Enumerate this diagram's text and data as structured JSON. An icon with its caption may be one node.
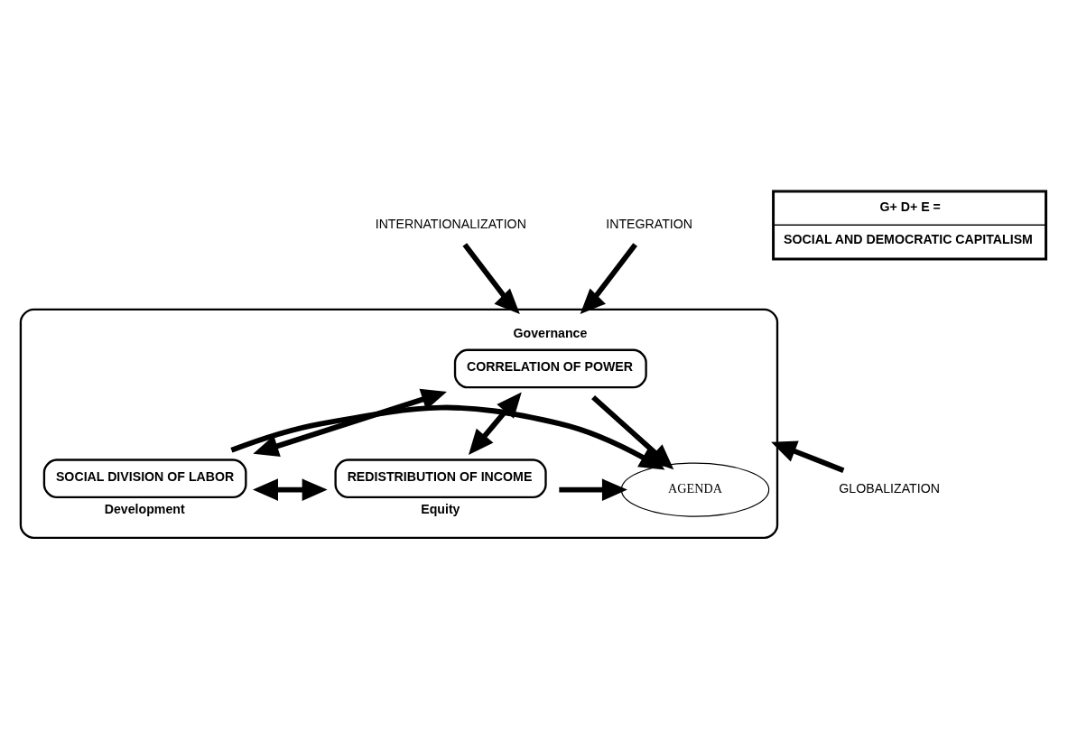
{
  "diagram": {
    "nodes": [
      {
        "text": [],
        "shape": "ellipse"
      },
      {
        "text": [
          "INTERNATIONALIZATION"
        ]
      },
      {
        "text": [
          "INTEGRATION"
        ]
      },
      {
        "text": [
          "CORRELATION OF POWER"
        ],
        "in": 0,
        "beside": [
          "Governance"
        ]
      },
      {
        "text": [
          "SOCIAL DIVISION OF LABOR"
        ],
        "in": 0,
        "beside": [
          "Development"
        ]
      },
      {
        "text": [
          "AGENDA"
        ],
        "in": 0
      },
      {
        "text": [
          "REDISTRIBUTION OF INCOME"
        ],
        "in": 0,
        "beside": [
          "Equity"
        ]
      },
      {
        "text": [
          "GLOBALIZATION"
        ]
      },
      {
        "text": [
          "G+ D+ E =",
          "SOCIAL AND DEMOCRATIC CAPITALISM"
        ]
      }
    ],
    "edges": [
      {
        "from": 1,
        "to": 0,
        "arrow": "to"
      },
      {
        "from": 2,
        "to": 0,
        "arrow": "to"
      },
      {
        "from": 3,
        "to": 4,
        "arrow": "both"
      },
      {
        "from": 3,
        "to": 6,
        "arrow": "both"
      },
      {
        "from": 3,
        "to": 5,
        "arrow": "to"
      },
      {
        "from": 4,
        "to": 5,
        "arrow": "to"
      },
      {
        "from": 6,
        "to": 5,
        "arrow": "to"
      },
      {
        "from": 4,
        "to": 6,
        "arrow": "both"
      },
      {
        "from": 7,
        "to": 0,
        "arrow": "to"
      }
    ]
  }
}
